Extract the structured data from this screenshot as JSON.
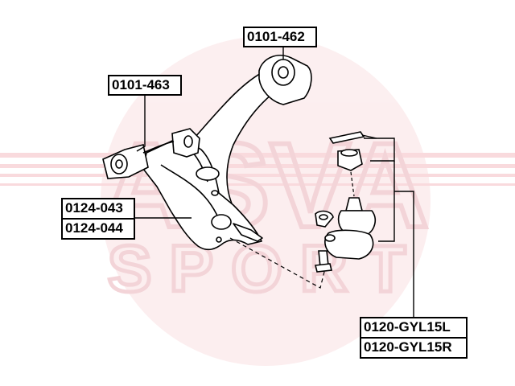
{
  "watermark": {
    "brand": "ASVA",
    "sub": "SPORT",
    "color": "#e23a4a"
  },
  "labels": {
    "bushing_rear": "0101-462",
    "bushing_front": "0101-463",
    "control_arm_left": "0124-043",
    "control_arm_right": "0124-044",
    "ball_joint_left": "0120-GYL15L",
    "ball_joint_right": "0120-GYL15R"
  },
  "colors": {
    "line": "#000000",
    "label_bg": "#ffffff"
  }
}
